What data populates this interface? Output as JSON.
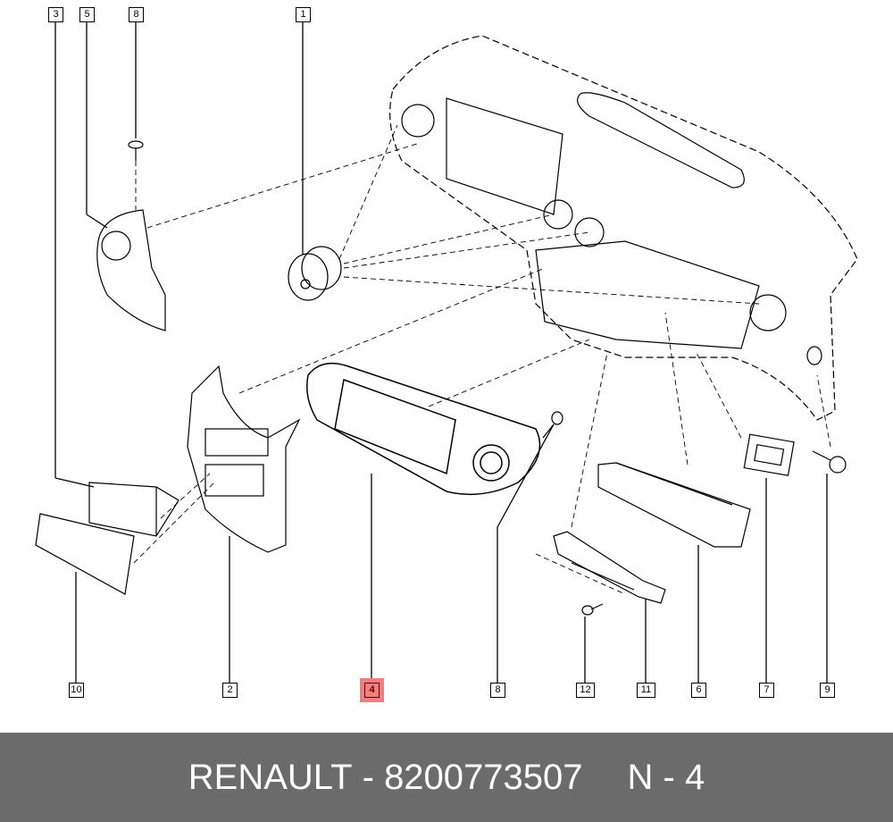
{
  "diagram": {
    "top_labels": [
      "3",
      "5",
      "8",
      "1"
    ],
    "bottom_labels": [
      "10",
      "2",
      "4",
      "8",
      "12",
      "11",
      "6",
      "7",
      "9"
    ],
    "highlighted_part": "4",
    "highlight_color": "#f08080"
  },
  "footer": {
    "brand": "RENAULT",
    "part_number": "8200773507",
    "separator": " - ",
    "position_ref": "N - 4",
    "background": "#6b6b6b"
  }
}
